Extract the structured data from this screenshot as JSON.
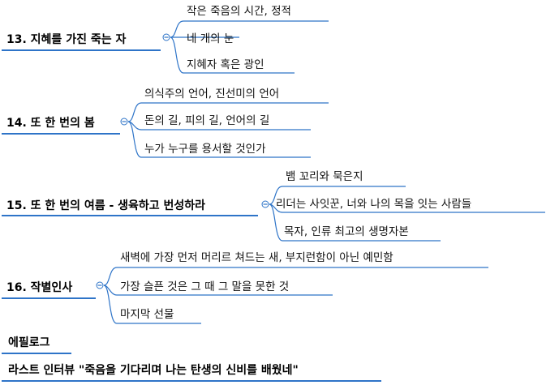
{
  "mindmap": {
    "sections": [
      {
        "title": "13. 지혜를 가진 죽는 자",
        "children": [
          "작은 죽음의 시간, 정적",
          "네 개의 눈",
          "지혜자 혹은 광인"
        ]
      },
      {
        "title": "14. 또 한 번의 봄",
        "children": [
          "의식주의 언어, 진선미의 언어",
          "돈의 길, 피의 길, 언어의 길",
          "누가 누구를 용서할 것인가"
        ]
      },
      {
        "title": "15. 또 한 번의 여름 - 생육하고 번성하라",
        "children": [
          "뱀 꼬리와 묵은지",
          "리더는 사잇꾼, 너와 나의 목을 잇는 사람들",
          "목자, 인류 최고의 생명자본"
        ]
      },
      {
        "title": "16. 작별인사",
        "children": [
          "새벽에 가장 먼저 머리르 쳐드는 새, 부지런함이 아닌 예민함",
          "가장 슬픈 것은 그 때 그 말을 못한 것",
          "마지막 선물"
        ]
      }
    ],
    "standalone": [
      "에필로그",
      "라스트 인터뷰 \"죽음을 기다리며 나는 탄생의 신비를 배웠네\""
    ]
  },
  "colors": {
    "line": "#2e74c8",
    "text": "#000000"
  },
  "icons": {
    "collapse_toggle": "minus-circle-icon"
  }
}
